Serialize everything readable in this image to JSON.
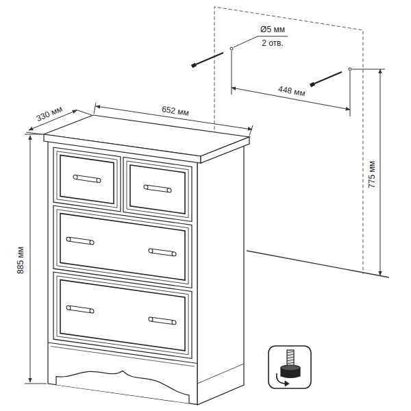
{
  "diagram": {
    "labels": [
      "330 мм",
      "652 мм",
      "885 мм",
      "Ø5 мм",
      "2 отв.",
      "448 мм",
      "775 мм"
    ]
  }
}
